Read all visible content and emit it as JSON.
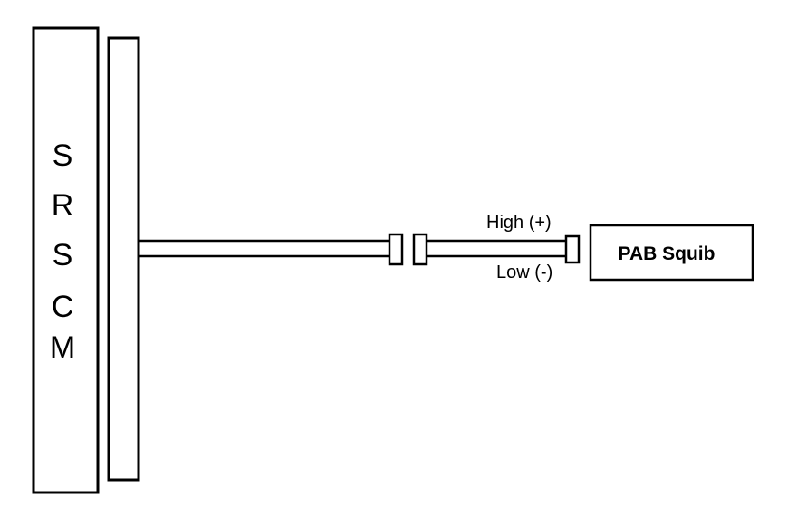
{
  "module": {
    "letters": [
      "S",
      "R",
      "S",
      "C",
      "M"
    ]
  },
  "wires": {
    "high_label": "High (+)",
    "low_label": "Low (-)"
  },
  "squib": {
    "label": "PAB Squib"
  },
  "colors": {
    "stroke": "#000000",
    "background": "#ffffff"
  }
}
